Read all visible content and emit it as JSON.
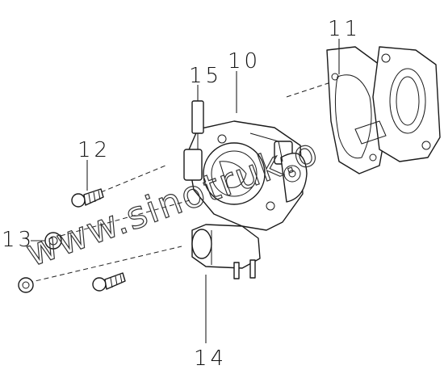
{
  "diagram": {
    "callouts": [
      {
        "id": "10",
        "label": "10"
      },
      {
        "id": "11",
        "label": "11"
      },
      {
        "id": "12",
        "label": "12"
      },
      {
        "id": "13",
        "label": "13"
      },
      {
        "id": "14",
        "label": "14"
      },
      {
        "id": "15",
        "label": "15"
      }
    ],
    "watermark": "www.sinotruk.o"
  }
}
